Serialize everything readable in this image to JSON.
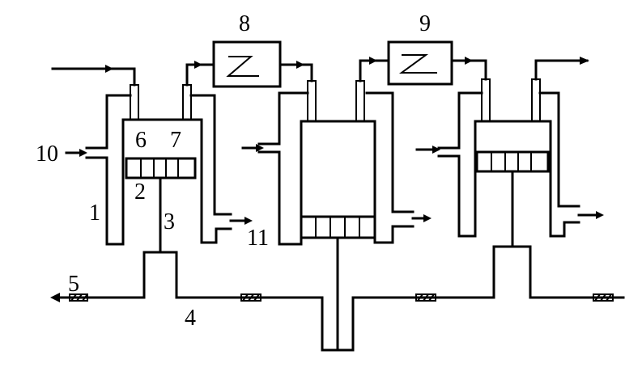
{
  "labels": {
    "cylinder_wall": "1",
    "piston": "2",
    "piston_rod": "3",
    "crankshaft": "4",
    "shaft_end": "5",
    "inlet_valve": "6",
    "outlet_valve": "7",
    "intercooler_1": "8",
    "intercooler_2": "9",
    "coolant_inlet": "10",
    "coolant_outlet": "11"
  }
}
